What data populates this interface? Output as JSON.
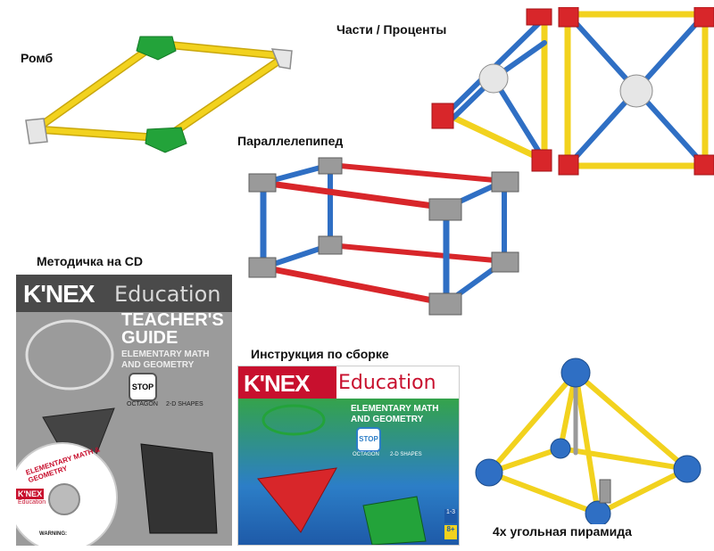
{
  "labels": {
    "rhombus": "Ромб",
    "parts_percent": "Части / Проценты",
    "parallelepiped": "Параллелепипед",
    "cd_manual": "Методичка на CD",
    "assembly": "Инструкция по сборке",
    "pyramid": "4х угольная пирамида"
  },
  "teachers_cover": {
    "brand": "K'NEX",
    "edu": "Education",
    "title1": "TEACHER'S",
    "title2": "GUIDE",
    "subtitle1": "ELEMENTARY MATH",
    "subtitle2": "AND GEOMETRY",
    "stop": "STOP",
    "cap1": "OCTAGON",
    "cap2": "2-D SHAPES",
    "cd_text": "ELEMENTARY MATH & GEOMETRY",
    "cd_brand": "K'NEX",
    "cd_edu": "Education",
    "cd_warning": "WARNING:"
  },
  "assembly_cover": {
    "brand": "K'NEX",
    "edu": "Education",
    "subtitle1": "ELEMENTARY MATH",
    "subtitle2": "AND GEOMETRY",
    "stop": "STOP",
    "cap1": "OCTAGON",
    "cap2": "2-D SHAPES",
    "badge1": "1-3",
    "badge2": "8+"
  },
  "colors": {
    "yellow_rod": "#f2d21e",
    "red_rod": "#d8262a",
    "blue_rod": "#2f6fc4",
    "green_connector": "#23a33a",
    "gray_connector": "#9a9a9a",
    "white_connector": "#e6e6e6",
    "knex_red": "#c8102e"
  }
}
